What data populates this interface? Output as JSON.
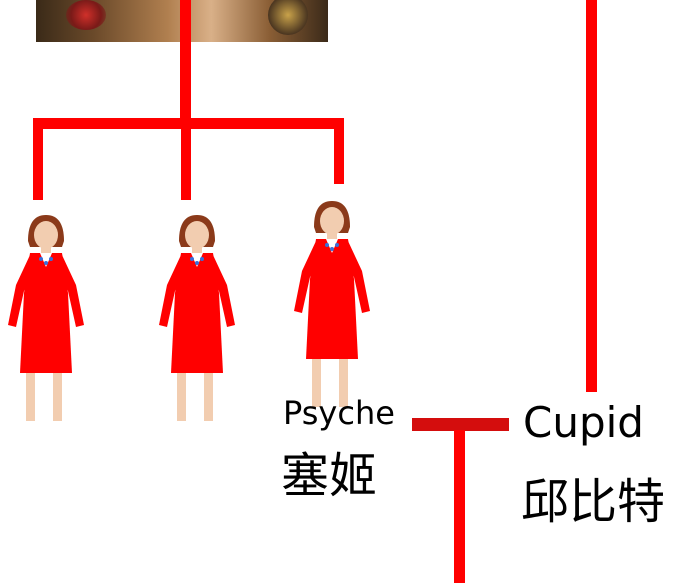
{
  "figures": [
    {
      "name": "woman-1"
    },
    {
      "name": "woman-2"
    },
    {
      "name": "woman-3"
    }
  ],
  "psyche": {
    "en": "Psyche",
    "cn": "塞姬"
  },
  "cupid": {
    "en": "Cupid",
    "cn": "邱比特"
  },
  "colors": {
    "line": "#ff0000",
    "marriage_line": "#d40d0d",
    "dress": "#ff0000",
    "hair": "#8b3a1a",
    "skin": "#f2cdb0"
  }
}
